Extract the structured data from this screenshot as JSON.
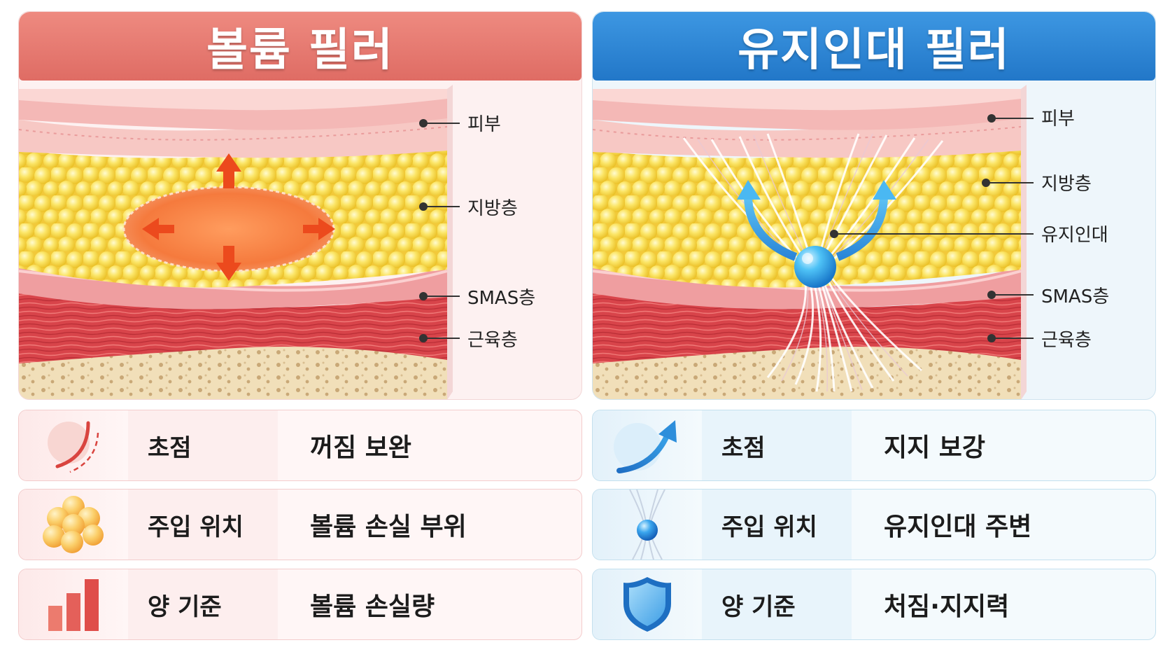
{
  "left_panel": {
    "title": "볼륨 필러",
    "labels": {
      "skin": "피부",
      "fat": "지방층",
      "smas": "SMAS층",
      "muscle": "근육층"
    },
    "rows": [
      {
        "label": "초점",
        "value": "꺼짐 보완",
        "icon": "curve-icon"
      },
      {
        "label": "주입 위치",
        "value": "볼륨 손실 부위",
        "icon": "fat-cluster-icon"
      },
      {
        "label": "양 기준",
        "value": "볼륨 손실량",
        "icon": "bar-chart-icon"
      }
    ]
  },
  "right_panel": {
    "title": "유지인대 필러",
    "labels": {
      "skin": "피부",
      "fat": "지방층",
      "ligament": "유지인대",
      "smas": "SMAS층",
      "muscle": "근육층"
    },
    "rows": [
      {
        "label": "초점",
        "value": "지지 보강",
        "icon": "arrow-up-icon"
      },
      {
        "label": "주입 위치",
        "value": "유지인대 주변",
        "icon": "ligament-icon"
      },
      {
        "label": "양 기준",
        "value": "처짐·지지력",
        "icon": "shield-icon"
      }
    ]
  },
  "colors": {
    "left_accent": "#e0706a",
    "right_accent": "#2a7fcf",
    "fat": "#f7d84a",
    "muscle": "#d8484b",
    "filler_orange": "#f47a3a",
    "filler_blue": "#3fb1f0"
  }
}
